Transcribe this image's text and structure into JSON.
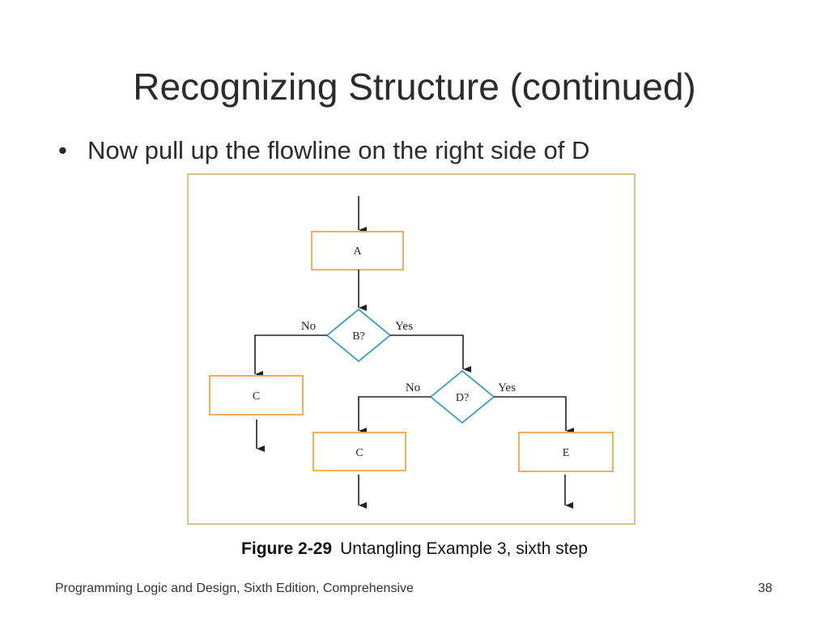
{
  "slide": {
    "title": "Recognizing Structure (continued)",
    "bullet_marker": "•",
    "bullet": "Now pull up the flowline on the right side of D"
  },
  "flowchart": {
    "process_A": "A",
    "decision_B": "B?",
    "decision_D": "D?",
    "process_C_left": "C",
    "process_C_right": "C",
    "process_E": "E",
    "b_no_label": "No",
    "b_yes_label": "Yes",
    "d_no_label": "No",
    "d_yes_label": "Yes",
    "colors": {
      "process_border": "#f0a64a",
      "decision_border": "#3aa0c0",
      "line": "#222222",
      "frame": "#d8c77a"
    }
  },
  "caption": {
    "number": "Figure 2-29",
    "text": "Untangling Example 3, sixth step"
  },
  "footer": {
    "book": "Programming Logic and Design, Sixth Edition, Comprehensive",
    "page": "38"
  }
}
